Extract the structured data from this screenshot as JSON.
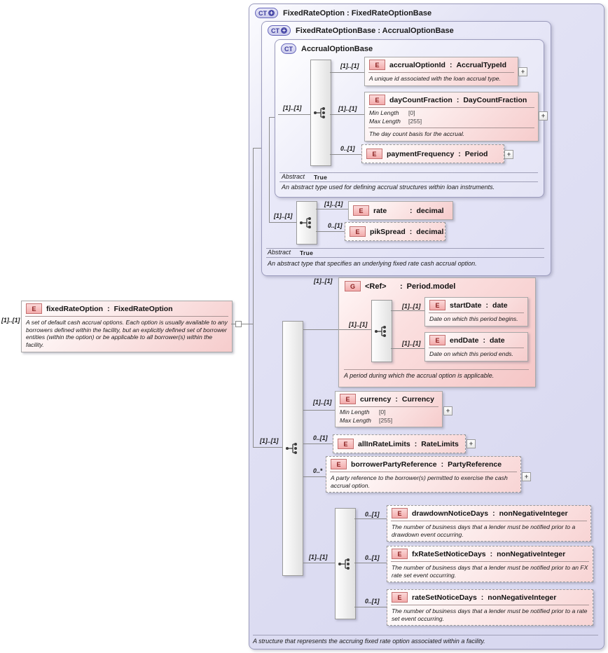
{
  "colon": ":",
  "plus": "+",
  "containers": {
    "root": {
      "badge": "CT",
      "title": "FixedRateOption : FixedRateOptionBase",
      "note": "A structure that represents the accruing fixed rate option associated within a facility."
    },
    "base": {
      "badge": "CT",
      "title": "FixedRateOptionBase : AccrualOptionBase",
      "abstract_label": "Abstract",
      "abstract_value": "True",
      "note": "An abstract type that specifies an underlying fixed rate cash accrual option.",
      "seq_mult": "[1]..[1]"
    },
    "accrual": {
      "badge": "CT",
      "title": "AccrualOptionBase",
      "abstract_label": "Abstract",
      "abstract_value": "True",
      "note": "An abstract type used for defining accrual structures within loan instruments.",
      "seq_mult": "[1]..[1]"
    },
    "period_group": {
      "badge": "G",
      "name": "<Ref>",
      "type": "Period.model",
      "mult": "[1]..[1]",
      "seq_mult": "[1]..[1]",
      "note": "A period during which the accrual option is applicable."
    }
  },
  "root_seq_mult": "[1]..[1]",
  "notice_seq_mult": "[1]..[1]",
  "elements": {
    "fixedRateOption": {
      "badge": "E",
      "name": "fixedRateOption",
      "type": "FixedRateOption",
      "mult": "[1]..[1]",
      "desc": "A set of default cash accrual options. Each option is usually available to any borrowers defined within the facility, but an explicitly defined set of borrower entities (within the option) or be applicable to all borrower(s) within the facility."
    },
    "accrualOptionId": {
      "badge": "E",
      "name": "accrualOptionId",
      "type": "AccrualTypeId",
      "mult": "[1]..[1]",
      "desc": "A unique id associated with the loan accrual type."
    },
    "dayCountFraction": {
      "badge": "E",
      "name": "dayCountFraction",
      "type": "DayCountFraction",
      "mult": "[1]..[1]",
      "facets": [
        {
          "label": "Min Length",
          "value": "[0]"
        },
        {
          "label": "Max Length",
          "value": "[255]"
        }
      ],
      "desc": "The day count basis for the accrual."
    },
    "paymentFrequency": {
      "badge": "E",
      "name": "paymentFrequency",
      "type": "Period",
      "mult": "0..[1]"
    },
    "rate": {
      "badge": "E",
      "name": "rate",
      "type": "decimal",
      "mult": "[1]..[1]"
    },
    "pikSpread": {
      "badge": "E",
      "name": "pikSpread",
      "type": "decimal",
      "mult": "0..[1]"
    },
    "startDate": {
      "badge": "E",
      "name": "startDate",
      "type": "date",
      "mult": "[1]..[1]",
      "desc": "Date on which this period begins."
    },
    "endDate": {
      "badge": "E",
      "name": "endDate",
      "type": "date",
      "mult": "[1]..[1]",
      "desc": "Date on which this period ends."
    },
    "currency": {
      "badge": "E",
      "name": "currency",
      "type": "Currency",
      "mult": "[1]..[1]",
      "facets": [
        {
          "label": "Min Length",
          "value": "[0]"
        },
        {
          "label": "Max Length",
          "value": "[255]"
        }
      ]
    },
    "allInRateLimits": {
      "badge": "E",
      "name": "allInRateLimits",
      "type": "RateLimits",
      "mult": "0..[1]"
    },
    "borrowerPartyReference": {
      "badge": "E",
      "name": "borrowerPartyReference",
      "type": "PartyReference",
      "mult": "0..*",
      "desc": "A party reference to the borrower(s) permitted to exercise the cash accrual option."
    },
    "drawdownNoticeDays": {
      "badge": "E",
      "name": "drawdownNoticeDays",
      "type": "nonNegativeInteger",
      "mult": "0..[1]",
      "desc": "The number of business days that a lender must be notified prior to a drawdown event occurring."
    },
    "fxRateSetNoticeDays": {
      "badge": "E",
      "name": "fxRateSetNoticeDays",
      "type": "nonNegativeInteger",
      "mult": "0..[1]",
      "desc": "The number of business days that a lender must be notified prior to an FX rate set event occurring."
    },
    "rateSetNoticeDays": {
      "badge": "E",
      "name": "rateSetNoticeDays",
      "type": "nonNegativeInteger",
      "mult": "0..[1]",
      "desc": "The number of business days that a lender must be notified prior to a rate set event occurring."
    }
  }
}
